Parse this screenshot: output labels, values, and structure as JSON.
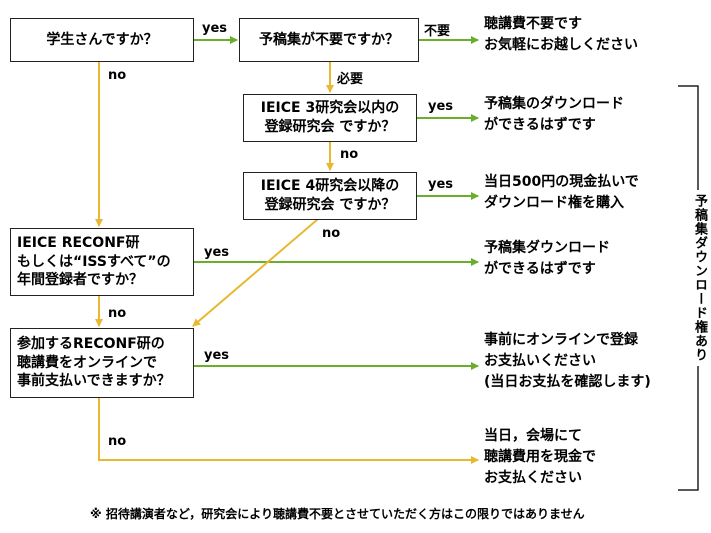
{
  "nodes": {
    "q_student": "学生さんですか？",
    "q_prereq": "予稿集が不要ですか？",
    "q_within3_l1": "IEICE 3研究会以内の",
    "q_within3_l2": "登録研究会 ですか？",
    "q_over4_l1": "IEICE 4研究会以降の",
    "q_over4_l2": "登録研究会 ですか？",
    "q_reconf_l1": "IEICE RECONF研",
    "q_reconf_l2": "もしくは“ISSすべて”の",
    "q_reconf_l3": "年間登録者ですか？",
    "q_online_l1": "参加するRECONF研の",
    "q_online_l2": "聴講費をオンラインで",
    "q_online_l3": "事前支払いできますか？"
  },
  "outcomes": {
    "free_l1": "聴講費不要です",
    "free_l2": "お気軽にお越しください",
    "dl1_l1": "予稿集のダウンロード",
    "dl1_l2": "ができるはずです",
    "cash500_l1": "当日500円の現金払いで",
    "cash500_l2": "ダウンロード権を購入",
    "dl2_l1": "予稿集ダウンロード",
    "dl2_l2": "ができるはずです",
    "online_l1": "事前にオンラインで登録",
    "online_l2": "お支払いください",
    "online_l3": "(当日お支払を確認します)",
    "cash_l1": "当日，会場にて",
    "cash_l2": "聴講費用を現金で",
    "cash_l3": "お支払ください"
  },
  "edge_labels": {
    "yes": "yes",
    "no": "no",
    "fuyou": "不要",
    "hitsuyou": "必要"
  },
  "side_label": "予稿集ダウンロード権あり",
  "footnote": "※ 招待講演者など，研究会により聴講費不要とさせていただく方はこの限りではありません",
  "colors": {
    "yes_arrow": "#6aae2a",
    "no_arrow": "#e8b830",
    "border": "#222222"
  }
}
